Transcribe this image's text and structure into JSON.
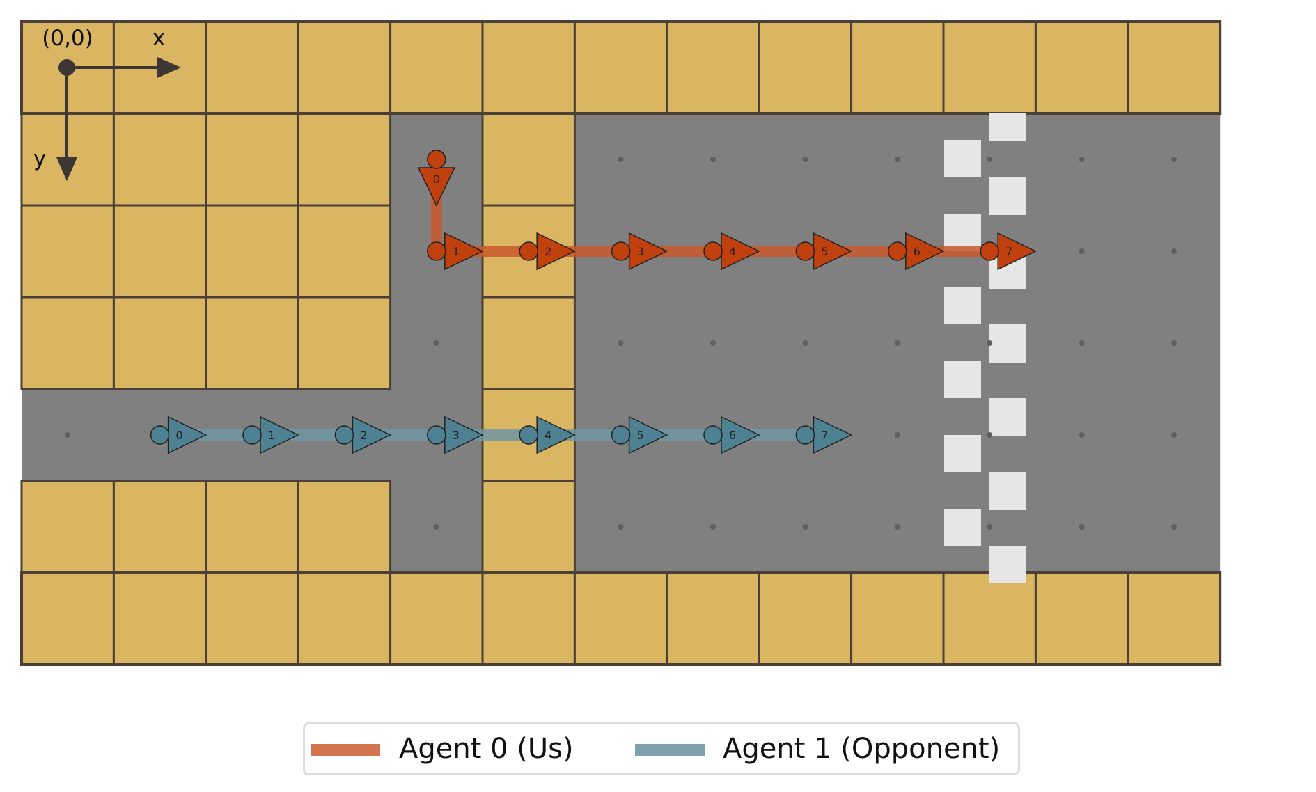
{
  "grid": {
    "cols": 13,
    "rows": 7
  },
  "colors": {
    "sidewalk": "#DBB662",
    "road": "#808080",
    "grid_line": "#4a4037",
    "crosswalk": "#E6E6E6",
    "agent0": "#C0410E",
    "agent0_path": "#C9592D",
    "agent1": "#4E8293",
    "agent1_path": "#6E97A3",
    "axis": "#3d3635"
  },
  "road_cells": [
    [
      4,
      1
    ],
    [
      4,
      2
    ],
    [
      4,
      3
    ],
    [
      4,
      4
    ],
    [
      4,
      5
    ],
    [
      0,
      4
    ],
    [
      1,
      4
    ],
    [
      2,
      4
    ],
    [
      3,
      4
    ],
    [
      6,
      1
    ],
    [
      7,
      1
    ],
    [
      8,
      1
    ],
    [
      9,
      1
    ],
    [
      10,
      1
    ],
    [
      11,
      1
    ],
    [
      12,
      1
    ],
    [
      6,
      2
    ],
    [
      7,
      2
    ],
    [
      8,
      2
    ],
    [
      9,
      2
    ],
    [
      10,
      2
    ],
    [
      11,
      2
    ],
    [
      12,
      2
    ],
    [
      6,
      3
    ],
    [
      7,
      3
    ],
    [
      8,
      3
    ],
    [
      9,
      3
    ],
    [
      10,
      3
    ],
    [
      11,
      3
    ],
    [
      12,
      3
    ],
    [
      6,
      4
    ],
    [
      7,
      4
    ],
    [
      8,
      4
    ],
    [
      9,
      4
    ],
    [
      10,
      4
    ],
    [
      11,
      4
    ],
    [
      12,
      4
    ],
    [
      6,
      5
    ],
    [
      7,
      5
    ],
    [
      8,
      5
    ],
    [
      9,
      5
    ],
    [
      10,
      5
    ],
    [
      11,
      5
    ],
    [
      12,
      5
    ]
  ],
  "axes": {
    "origin_label": "(0,0)",
    "x_label": "x",
    "y_label": "y"
  },
  "agents": [
    {
      "label": "Agent 0 (Us)",
      "color_key": "agent0",
      "path_key": "agent0_path",
      "steps": [
        {
          "t": "0",
          "x": 4,
          "y": 1,
          "dir": "down"
        },
        {
          "t": "1",
          "x": 4,
          "y": 2,
          "dir": "right"
        },
        {
          "t": "2",
          "x": 5,
          "y": 2,
          "dir": "right"
        },
        {
          "t": "3",
          "x": 6,
          "y": 2,
          "dir": "right"
        },
        {
          "t": "4",
          "x": 7,
          "y": 2,
          "dir": "right"
        },
        {
          "t": "5",
          "x": 8,
          "y": 2,
          "dir": "right"
        },
        {
          "t": "6",
          "x": 9,
          "y": 2,
          "dir": "right"
        },
        {
          "t": "7",
          "x": 10,
          "y": 2,
          "dir": "right"
        }
      ]
    },
    {
      "label": "Agent 1 (Opponent)",
      "color_key": "agent1",
      "path_key": "agent1_path",
      "steps": [
        {
          "t": "0",
          "x": 1,
          "y": 4,
          "dir": "right"
        },
        {
          "t": "1",
          "x": 2,
          "y": 4,
          "dir": "right"
        },
        {
          "t": "2",
          "x": 3,
          "y": 4,
          "dir": "right"
        },
        {
          "t": "3",
          "x": 4,
          "y": 4,
          "dir": "right"
        },
        {
          "t": "4",
          "x": 5,
          "y": 4,
          "dir": "right"
        },
        {
          "t": "5",
          "x": 6,
          "y": 4,
          "dir": "right"
        },
        {
          "t": "6",
          "x": 7,
          "y": 4,
          "dir": "right"
        },
        {
          "t": "7",
          "x": 8,
          "y": 4,
          "dir": "right"
        }
      ]
    }
  ],
  "legend": {
    "agent0_label": "Agent 0 (Us)",
    "agent1_label": "Agent 1 (Opponent)"
  }
}
